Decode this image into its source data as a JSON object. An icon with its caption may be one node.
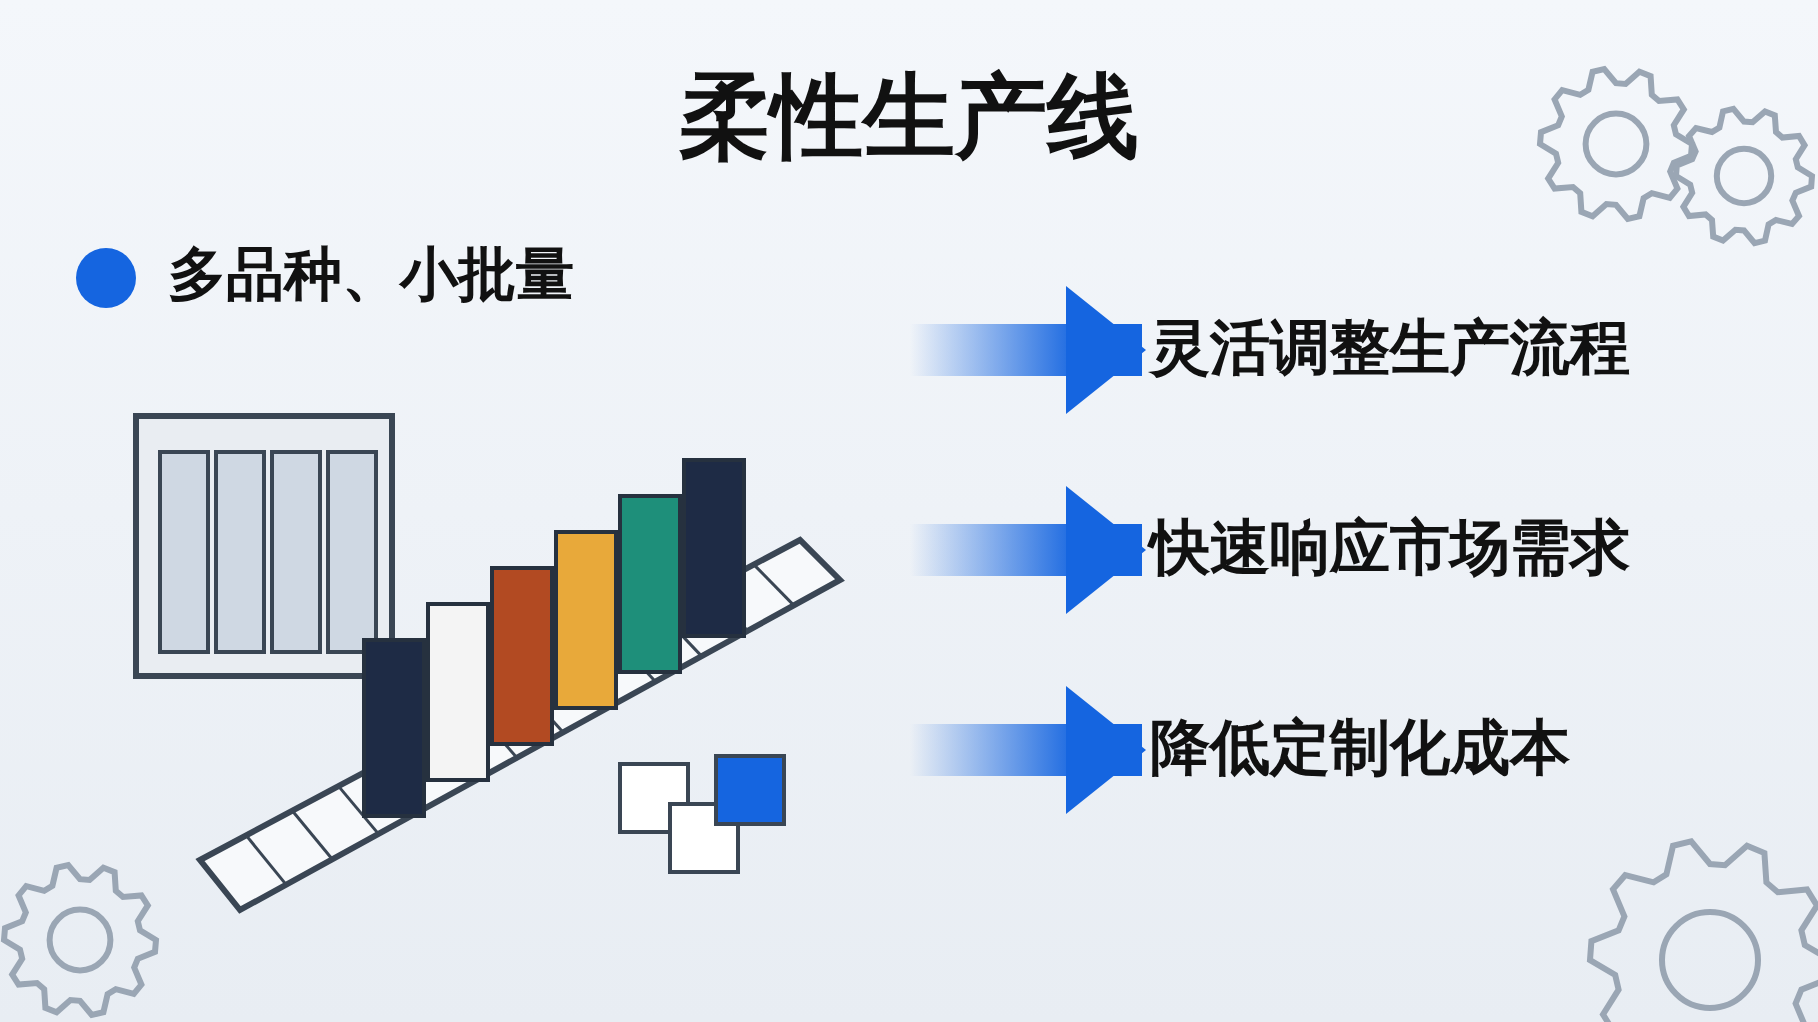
{
  "diagram": {
    "title": "柔性生产线",
    "nodes": [
      {
        "text": [
          "灵活调整生产流程"
        ]
      },
      {
        "text": [
          "快速响应市场需求"
        ]
      },
      {
        "text": [
          "降低定制化成本"
        ]
      }
    ],
    "edges": [
      {
        "from": null,
        "to": 0,
        "arrow": "to"
      },
      {
        "from": null,
        "to": 1,
        "arrow": "to"
      },
      {
        "from": null,
        "to": 2,
        "arrow": "to"
      }
    ],
    "labels": [
      "多品种、小批量"
    ]
  }
}
